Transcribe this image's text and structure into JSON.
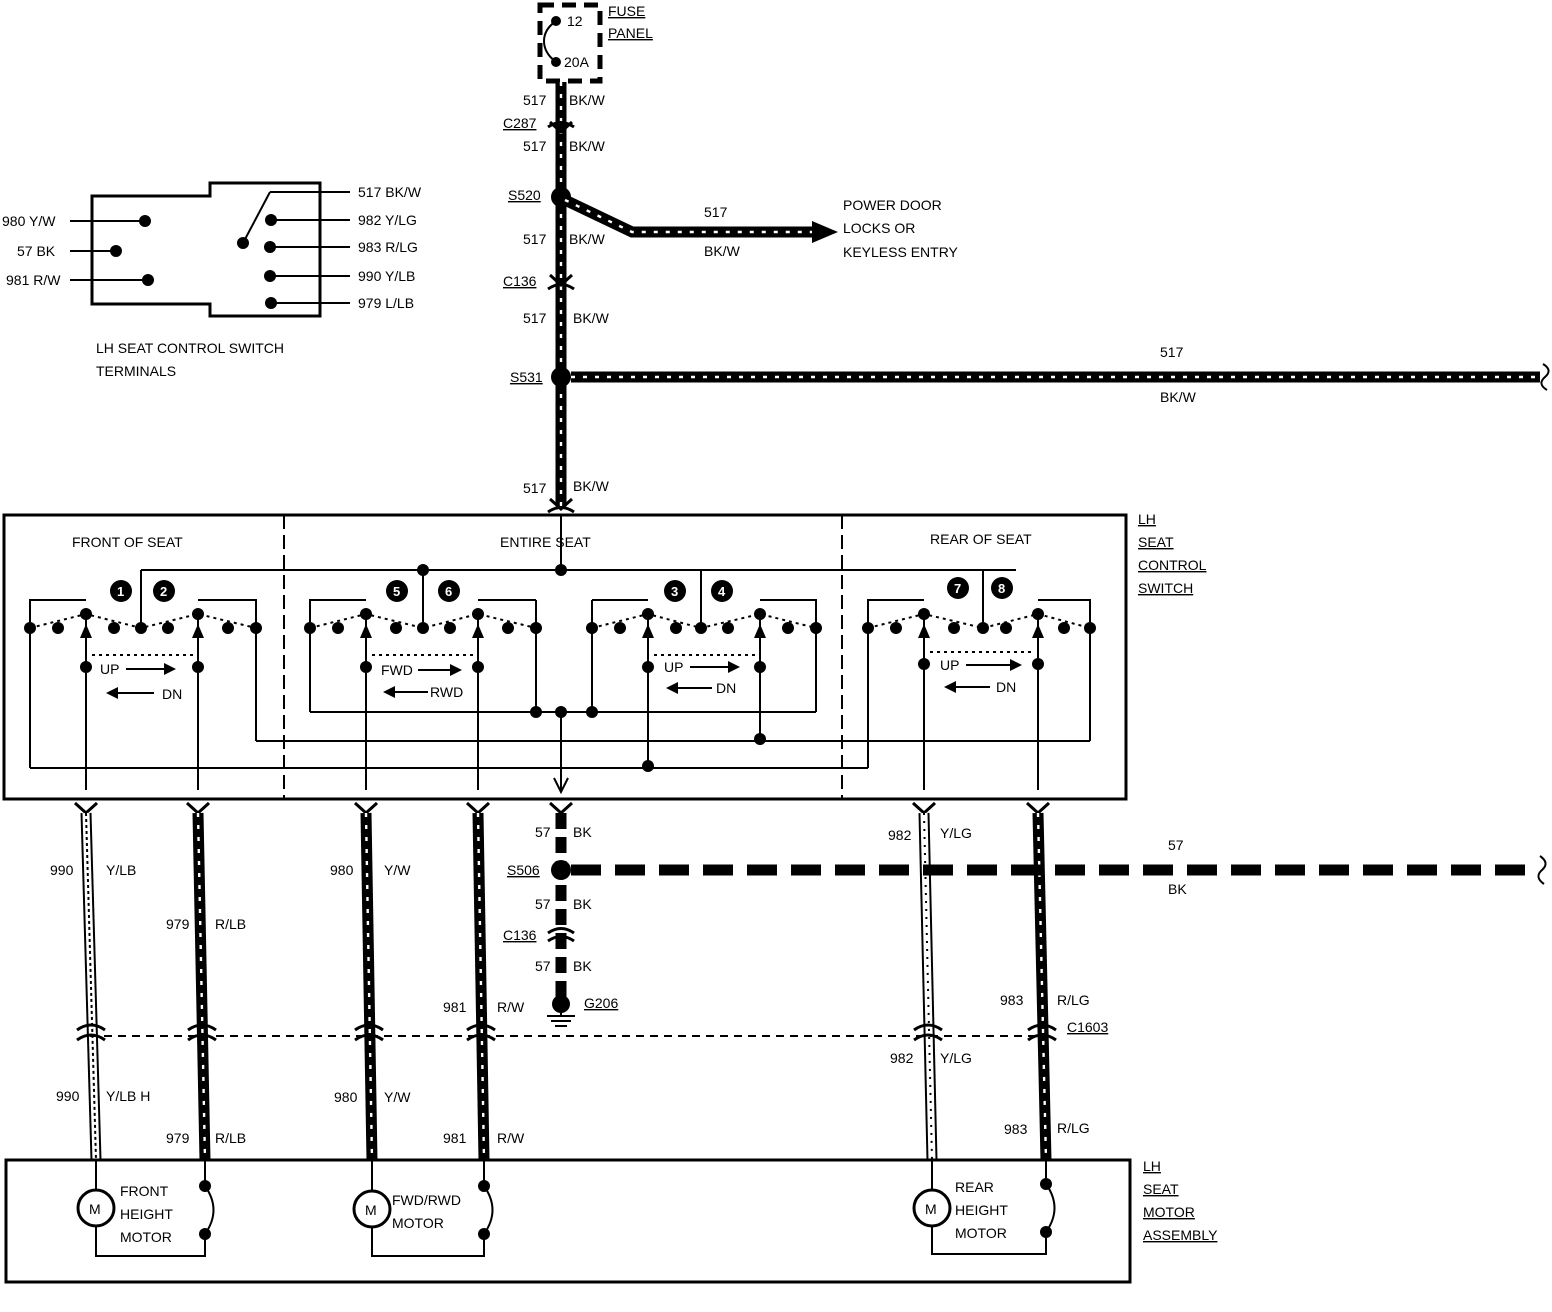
{
  "fuse_panel": {
    "fuse": "12",
    "rating": "20A",
    "title_1": "FUSE",
    "title_2": "PANEL"
  },
  "switch_terminals": {
    "left": [
      "980 Y/W",
      "57 BK",
      "981 R/W"
    ],
    "right": [
      "517 BK/W",
      "982 Y/LG",
      "983 R/LG",
      "990 Y/LB",
      "979 L/LB"
    ],
    "caption_1": "LH SEAT CONTROL SWITCH",
    "caption_2": "TERMINALS"
  },
  "feed": {
    "circuit": "517",
    "color": "BK/W",
    "connector_c287": "C287",
    "splice_s520": "S520",
    "connector_c136": "C136",
    "splice_s531": "S531"
  },
  "branch_door": {
    "circuit": "517",
    "color": "BK/W",
    "dest_1": "POWER DOOR",
    "dest_2": "LOCKS OR",
    "dest_3": "KEYLESS ENTRY"
  },
  "branch_s531": {
    "circuit": "517",
    "color": "BK/W"
  },
  "switch_block": {
    "label_1": "LH",
    "label_2": "SEAT",
    "label_3": "CONTROL",
    "label_4": "SWITCH",
    "front_section": "FRONT OF SEAT",
    "entire_section": "ENTIRE SEAT",
    "rear_section": "REAR OF SEAT",
    "contacts": [
      "1",
      "2",
      "5",
      "6",
      "3",
      "4",
      "7",
      "8"
    ],
    "up": "UP",
    "dn": "DN",
    "fwd": "FWD",
    "rwd": "RWD"
  },
  "ground": {
    "circuit": "57",
    "color": "BK",
    "splice_s506": "S506",
    "connector_c136": "C136",
    "ground_point": "G206",
    "branch_circuit": "57",
    "branch_color": "BK"
  },
  "motor_wires": {
    "w990": {
      "circuit": "990",
      "color": "Y/LB",
      "color_lower": "Y/LB H"
    },
    "w979": {
      "circuit": "979",
      "color": "R/LB"
    },
    "w980": {
      "circuit": "980",
      "color": "Y/W"
    },
    "w981": {
      "circuit": "981",
      "color": "R/W"
    },
    "w982": {
      "circuit": "982",
      "color": "Y/LG"
    },
    "w983": {
      "circuit": "983",
      "color": "R/LG"
    },
    "connector_c1603": "C1603"
  },
  "motor_assembly": {
    "label_1": "LH",
    "label_2": "SEAT",
    "label_3": "MOTOR",
    "label_4": "ASSEMBLY",
    "motor_symbol": "M",
    "front_1": "FRONT",
    "front_2": "HEIGHT",
    "front_3": "MOTOR",
    "fwd_1": "FWD/RWD",
    "fwd_2": "MOTOR",
    "rear_1": "REAR",
    "rear_2": "HEIGHT",
    "rear_3": "MOTOR"
  }
}
